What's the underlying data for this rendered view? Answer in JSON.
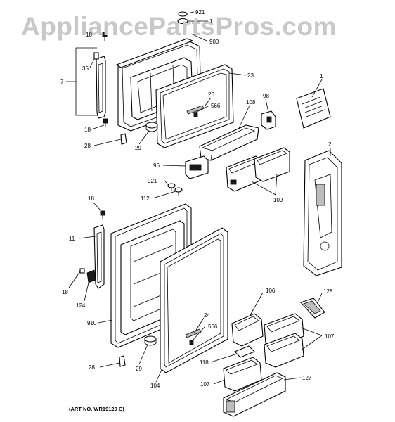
{
  "watermark": "AppliancePartsPros.com",
  "art_number": "(ART NO. WR19120 C)",
  "callouts": [
    {
      "id": "c921top",
      "text": "921"
    },
    {
      "id": "c1top",
      "text": "1"
    },
    {
      "id": "c900",
      "text": "900"
    },
    {
      "id": "c18a",
      "text": "18"
    },
    {
      "id": "c35",
      "text": "35"
    },
    {
      "id": "c7",
      "text": "7"
    },
    {
      "id": "c23",
      "text": "23"
    },
    {
      "id": "c1",
      "text": "1"
    },
    {
      "id": "c98",
      "text": "98"
    },
    {
      "id": "c26",
      "text": "26"
    },
    {
      "id": "c566a",
      "text": "566"
    },
    {
      "id": "c108",
      "text": "108"
    },
    {
      "id": "c18b",
      "text": "18"
    },
    {
      "id": "c28a",
      "text": "28"
    },
    {
      "id": "c29a",
      "text": "29"
    },
    {
      "id": "c2",
      "text": "2"
    },
    {
      "id": "c96",
      "text": "96"
    },
    {
      "id": "c921b",
      "text": "921"
    },
    {
      "id": "c109",
      "text": "109"
    },
    {
      "id": "c112",
      "text": "112"
    },
    {
      "id": "c18c",
      "text": "18"
    },
    {
      "id": "c11",
      "text": "11"
    },
    {
      "id": "c18d",
      "text": "18"
    },
    {
      "id": "c124",
      "text": "124"
    },
    {
      "id": "c106",
      "text": "106"
    },
    {
      "id": "c128",
      "text": "128"
    },
    {
      "id": "c24",
      "text": "24"
    },
    {
      "id": "c566b",
      "text": "566"
    },
    {
      "id": "c910",
      "text": "910"
    },
    {
      "id": "c107a",
      "text": "107"
    },
    {
      "id": "c118",
      "text": "118"
    },
    {
      "id": "c28b",
      "text": "28"
    },
    {
      "id": "c29b",
      "text": "29"
    },
    {
      "id": "c127",
      "text": "127"
    },
    {
      "id": "c107b",
      "text": "107"
    },
    {
      "id": "c104",
      "text": "104"
    }
  ]
}
